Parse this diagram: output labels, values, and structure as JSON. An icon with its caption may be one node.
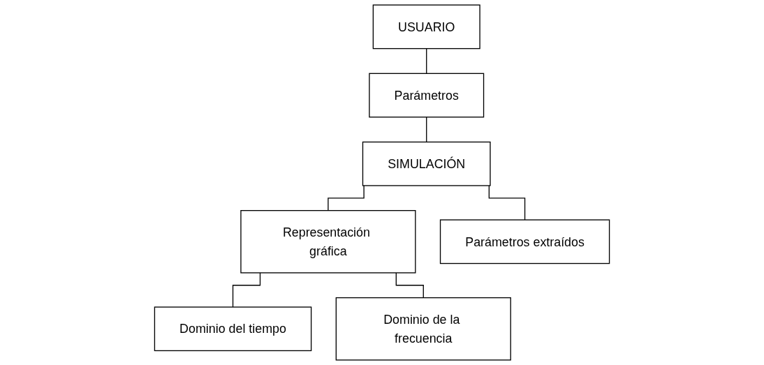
{
  "diagram": {
    "nodes": [
      {
        "text": [
          "USUARIO"
        ]
      },
      {
        "text": [
          "Parámetros"
        ]
      },
      {
        "text": [
          "SIMULACIÓN"
        ]
      },
      {
        "text": [
          "Representación gráfica"
        ]
      },
      {
        "text": [
          "Parámetros extraídos"
        ]
      },
      {
        "text": [
          "Dominio del tiempo"
        ]
      },
      {
        "text": [
          "Dominio de la frecuencia"
        ]
      }
    ],
    "edges": [
      {
        "from": 0,
        "to": 1,
        "arrow": "none"
      },
      {
        "from": 1,
        "to": 2,
        "arrow": "none"
      },
      {
        "from": 2,
        "to": 3,
        "arrow": "none"
      },
      {
        "from": 2,
        "to": 4,
        "arrow": "none"
      },
      {
        "from": 3,
        "to": 5,
        "arrow": "none"
      },
      {
        "from": 3,
        "to": 6,
        "arrow": "none"
      }
    ]
  }
}
